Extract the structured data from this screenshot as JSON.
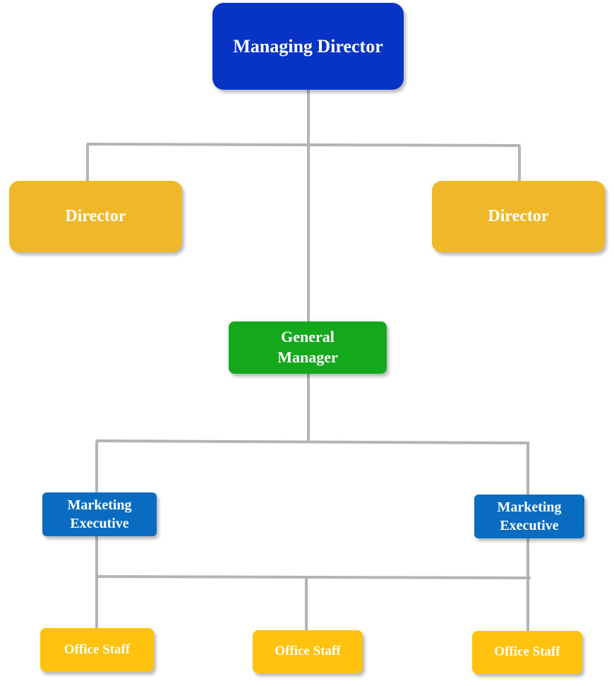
{
  "colors": {
    "managing_director": "#0734c4",
    "director": "#f0b828",
    "general_manager": "#14a81c",
    "marketing_executive": "#0a6cc0",
    "office_staff": "#ffc20e",
    "connector": "#b4b4b4"
  },
  "nodes": {
    "managing_director": "Managing Director",
    "director_left": "Director",
    "director_right": "Director",
    "general_manager": [
      "General",
      "Manager"
    ],
    "marketing_executive_left": [
      "Marketing",
      "Executive"
    ],
    "marketing_executive_right": [
      "Marketing",
      "Executive"
    ],
    "office_staff_1": "Office Staff",
    "office_staff_2": "Office Staff",
    "office_staff_3": "Office Staff"
  }
}
